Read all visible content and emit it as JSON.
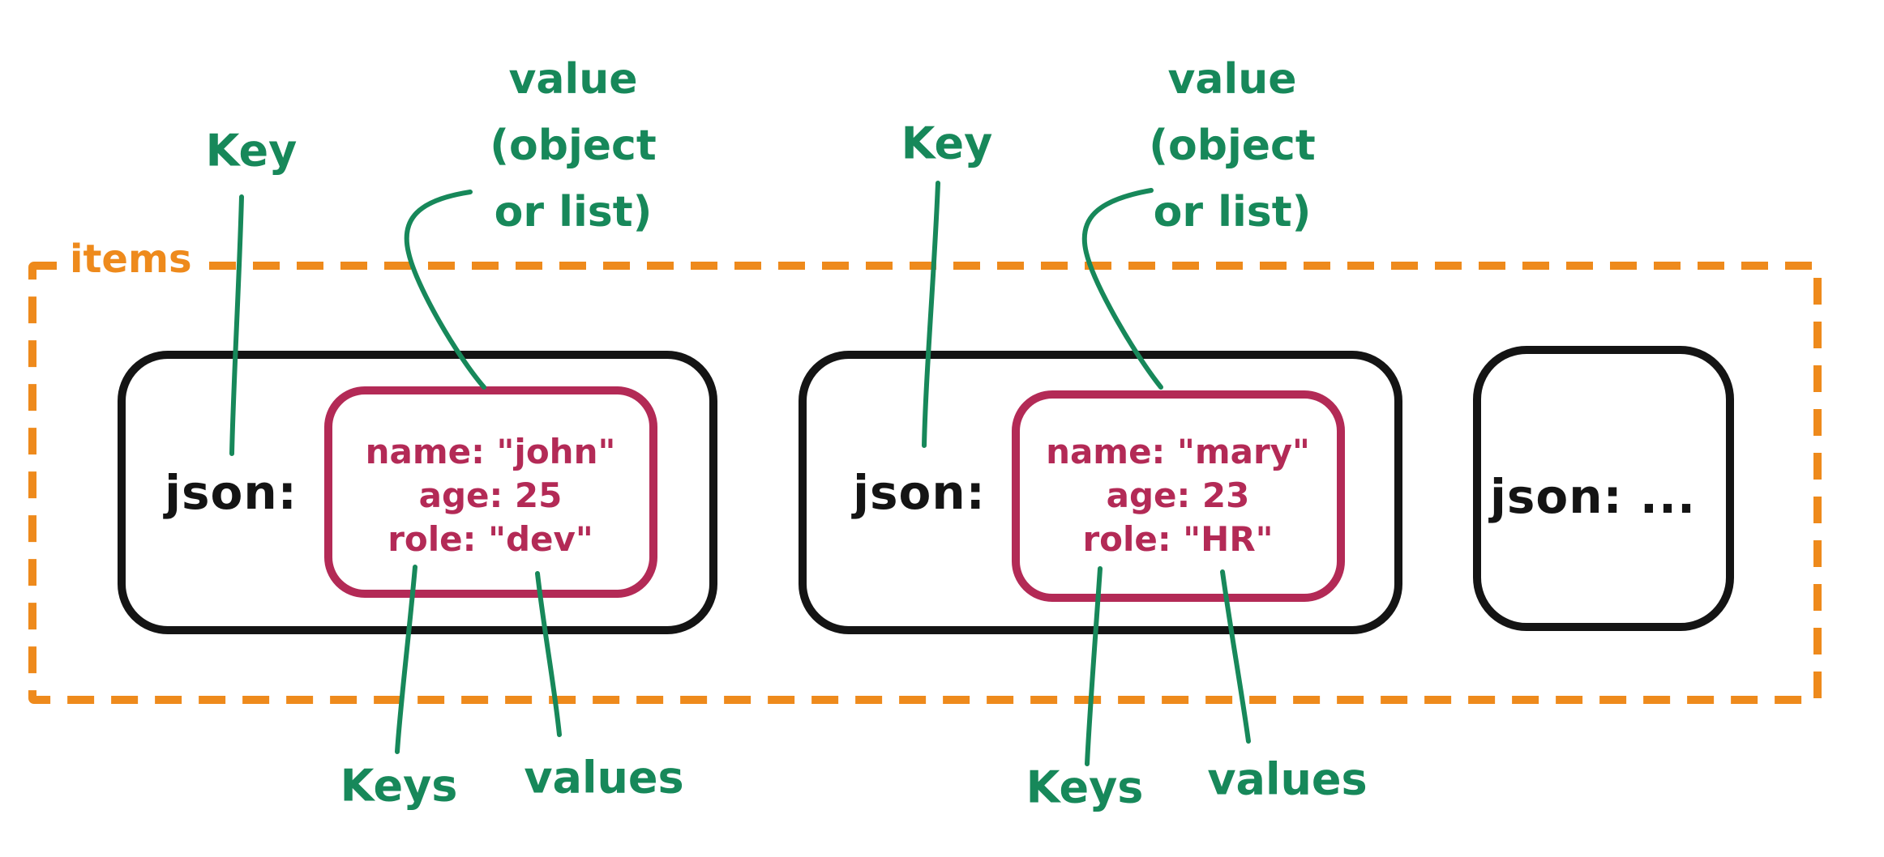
{
  "colors": {
    "green": "#17885A",
    "orange": "#EE8A1C",
    "crimson": "#B32A56",
    "ink": "#141414"
  },
  "annotations": {
    "items": "items",
    "key": "Key",
    "value_line1": "value",
    "value_line2": "(object",
    "value_line3": "or list)",
    "keys": "Keys",
    "values": "values"
  },
  "objects": [
    {
      "key": "json:",
      "fields": [
        "name: \"john\"",
        "age: 25",
        "role: \"dev\""
      ]
    },
    {
      "key": "json:",
      "fields": [
        "name: \"mary\"",
        "age: 23",
        "role: \"HR\""
      ]
    },
    {
      "key": "json: ..."
    }
  ]
}
